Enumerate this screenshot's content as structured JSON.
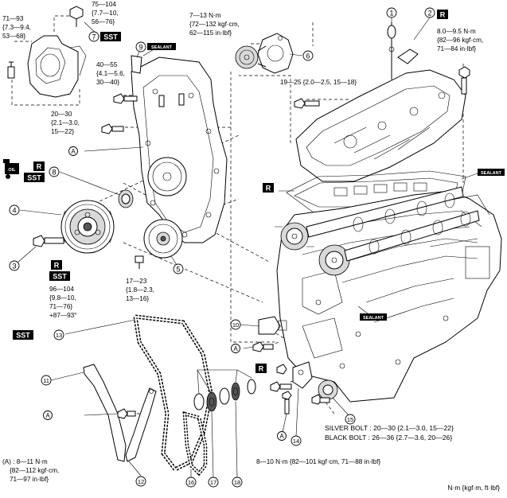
{
  "callouts": [
    "1",
    "2",
    "3",
    "4",
    "5",
    "6",
    "7",
    "8",
    "9",
    "10",
    "11",
    "12",
    "13",
    "14",
    "15",
    "16",
    "17",
    "18"
  ],
  "tags": {
    "sst": "SST",
    "r": "R",
    "sealant": "SEALANT",
    "oil": "OIL",
    "a": "A"
  },
  "torque": {
    "t_71_93": [
      "71—93",
      "{7.3—9.4,",
      "53—68}"
    ],
    "t_75_104": [
      "75—104",
      "{7.7—10,",
      "56—76}"
    ],
    "t_7_13": [
      "7—13 N·m",
      "{72—132 kgf·cm,",
      "62—115 in·lbf}"
    ],
    "t_40_55": [
      "40—55",
      "{4.1—5.6,",
      "30—40}"
    ],
    "t_20_30": [
      "20—30",
      "{2.1—3.0,",
      "15—22}"
    ],
    "t_19_25": "19—25 {2.0—2.5, 15—18}",
    "t_8_95": [
      "8.0—9.5 N·m",
      "{82—96 kgf·cm,",
      "71—84 in·lbf}"
    ],
    "t_96_104": [
      "96—104",
      "{9.8—10,",
      "71—76}",
      "+87—93°"
    ],
    "t_17_23": [
      "17—23",
      "{1.8—2.3,",
      "13—16}"
    ],
    "silver_bolt": "SILVER BOLT : 20—30 {2.1—3.0, 15—22}",
    "black_bolt": "BLACK BOLT : 26—36 {2.7—3.6, 20—26}",
    "a_spec": [
      "(A) : 8—11 N·m",
      "{82—112 kgf·cm,",
      "71—97 in·lbf}"
    ],
    "bottom_8_10": "8—10 N·m {82—101 kgf·cm, 71—88 in·lbf}"
  },
  "units": "N·m {kgf·m, ft·lbf}"
}
